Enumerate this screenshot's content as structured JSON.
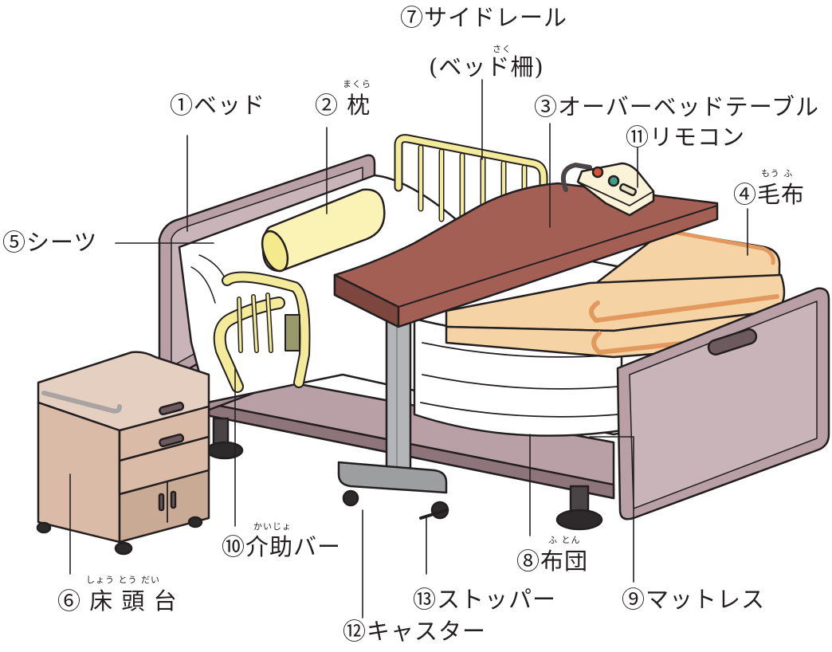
{
  "colors": {
    "outline": "#231f20",
    "frame": "#b9a0a6",
    "frame_dark": "#8e757b",
    "sheet": "#ffffff",
    "pillow": "#fbf3b5",
    "rail": "#f3eb9a",
    "table_top": "#a45f55",
    "table_leg": "#b3b5b6",
    "blanket": "#f6d3a4",
    "blanket_edge": "#e2995e",
    "cabinet": "#d9bba7",
    "remote_red": "#d7523b",
    "remote_green": "#3f9e86"
  },
  "labels": {
    "bed": "①ベッド",
    "pillow": "② 枕",
    "pillow_ruby": "まくら",
    "table": "③オーバーベッドテーブル",
    "blanket": "④毛布",
    "blanket_ruby": "もう ふ",
    "sheet": "⑤シーツ",
    "bedside_table": "⑥ 床 頭 台",
    "bedside_table_ruby": "しょう とう だい",
    "side_rail": "⑦サイドレール",
    "side_rail_sub": "(ベッド柵)",
    "side_rail_ruby": "さく",
    "futon": "⑧布団",
    "futon_ruby": "ふ とん",
    "mattress": "⑨マットレス",
    "assist_bar": "⑩介助バー",
    "assist_bar_ruby": "かいじょ",
    "remote": "⑪リモコン",
    "caster": "⑫キャスター",
    "stopper": "⑬ストッパー"
  }
}
